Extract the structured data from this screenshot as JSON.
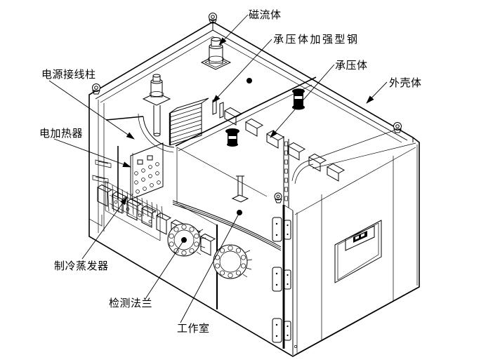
{
  "diagram": {
    "background_color": "#ffffff",
    "line_color": "#000000",
    "labels": [
      {
        "text": "磁流体"
      },
      {
        "text": "承压体加强型钢"
      },
      {
        "text": "承压体"
      },
      {
        "text": "外壳体"
      },
      {
        "text": "电源接线柱"
      },
      {
        "text": "电加热器"
      },
      {
        "text": "制冷蒸发器"
      },
      {
        "text": "检测法兰"
      },
      {
        "text": "工作室"
      }
    ]
  }
}
